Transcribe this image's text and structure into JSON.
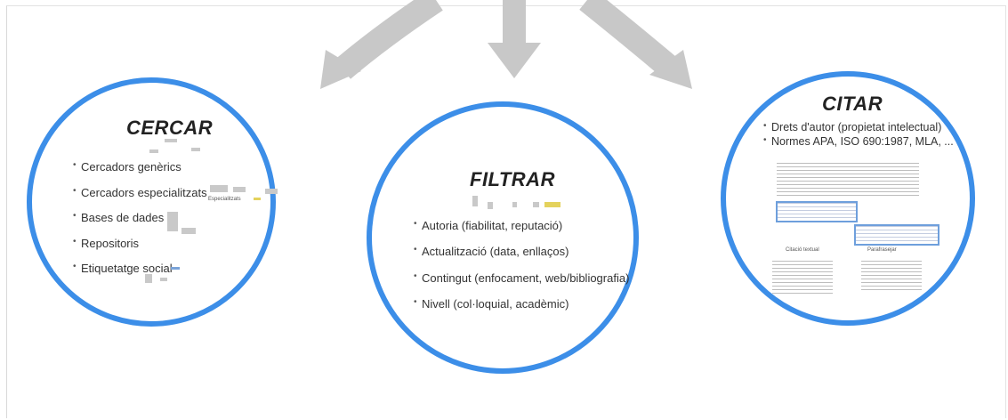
{
  "colors": {
    "circle_border": "#3c8ee8",
    "arrow": "#c8c8c8",
    "text": "#333333"
  },
  "cercar": {
    "title": "CERCAR",
    "items": [
      "Cercadors genèrics",
      "Cercadors especialitzats",
      "Bases de dades",
      "Repositoris",
      "Etiquetatge social"
    ],
    "thumb_label": "Especialitzats"
  },
  "filtrar": {
    "title": "FILTRAR",
    "items": [
      "Autoria (fiabilitat, reputació)",
      "Actualització (data, enllaços)",
      "Contingut (enfocament, web/bibliografia)",
      "Nivell (col·loquial, acadèmic)"
    ]
  },
  "citar": {
    "title": "CITAR",
    "items": [
      "Drets d'autor (propietat intelectual)",
      "Normes APA, ISO 690:1987, MLA, ..."
    ],
    "col_left": "Citació textual",
    "col_right": "Parafrasejar"
  }
}
